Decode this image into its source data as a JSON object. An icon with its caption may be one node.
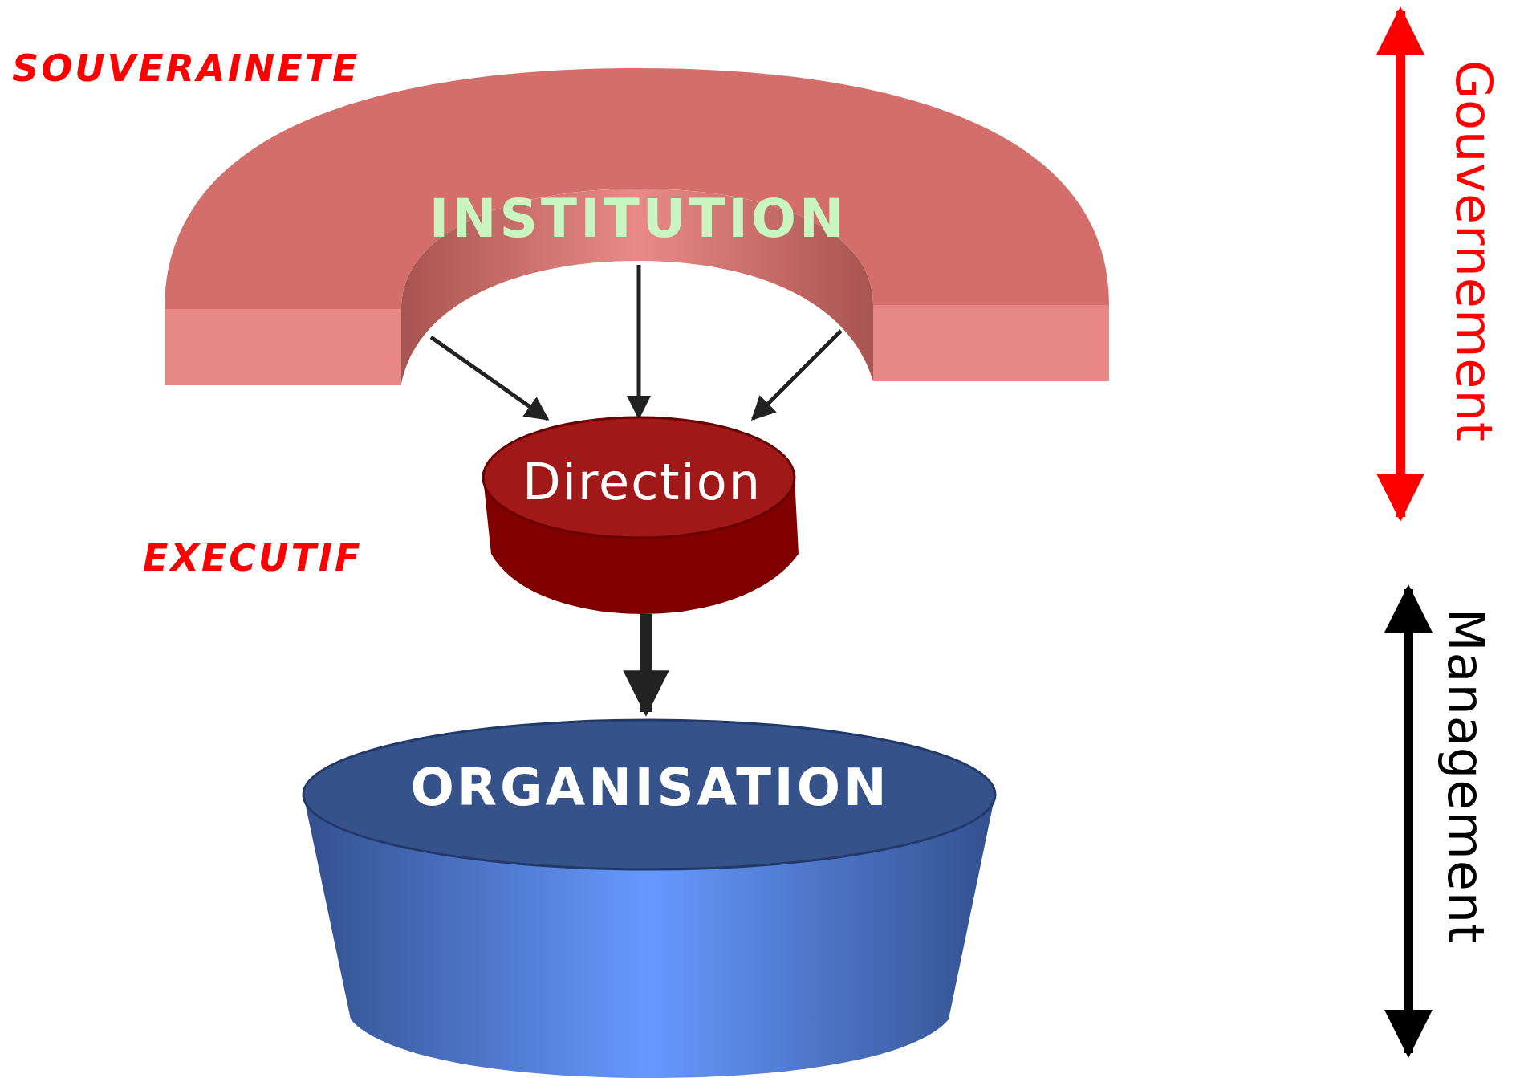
{
  "diagram": {
    "nodes": [
      {
        "text": [
          "INSTITUTION"
        ]
      },
      {
        "text": [
          "Direction"
        ]
      },
      {
        "text": [
          "ORGANISATION"
        ]
      }
    ],
    "edges": [
      {
        "from": 0,
        "to": 1,
        "arrow": "to"
      },
      {
        "from": 0,
        "to": 1,
        "arrow": "to"
      },
      {
        "from": 0,
        "to": 1,
        "arrow": "to"
      },
      {
        "from": 1,
        "to": 2,
        "arrow": "to",
        "style": "thick"
      }
    ],
    "labels": [
      "SOUVERAINETE",
      "EXECUTIF",
      "Gouvernement",
      "Management"
    ]
  }
}
